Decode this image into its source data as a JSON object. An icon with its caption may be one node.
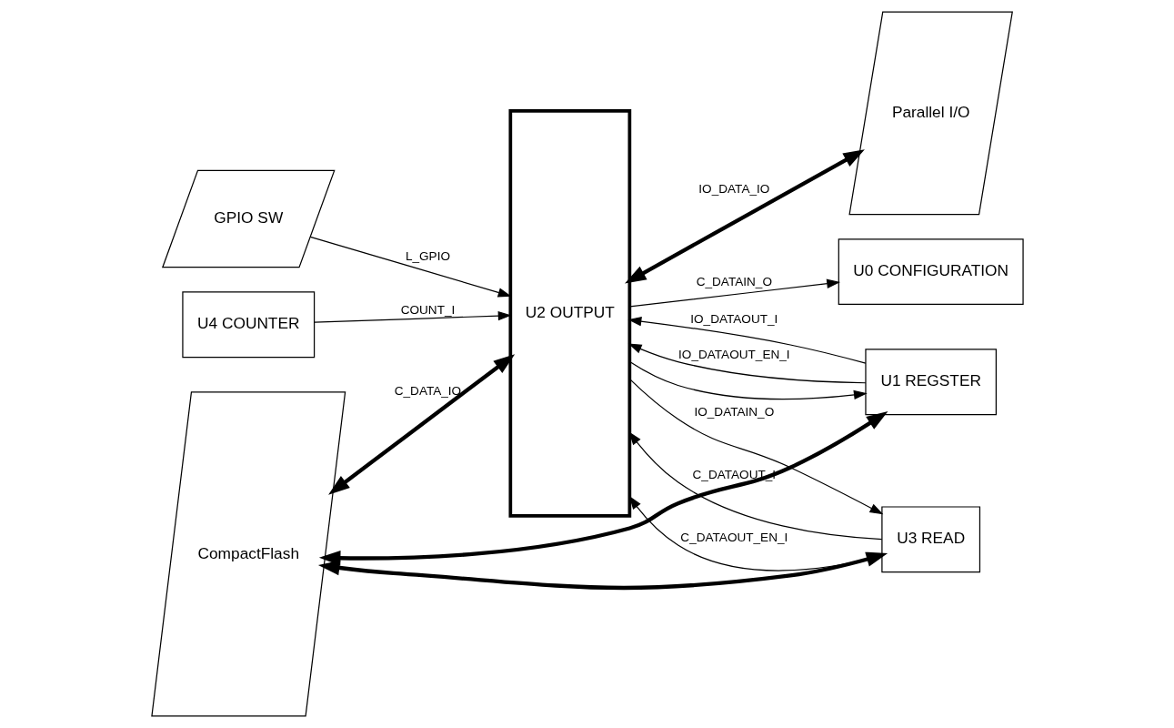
{
  "diagram": {
    "nodes": [
      {
        "text": [
          "CompactFlash"
        ]
      },
      {
        "text": [
          "GPIO SW"
        ]
      },
      {
        "text": [
          "Parallel I/O"
        ]
      },
      {
        "text": [
          "U4 COUNTER"
        ]
      },
      {
        "text": [
          "U2 OUTPUT"
        ]
      },
      {
        "text": [
          "U3 READ"
        ]
      },
      {
        "text": [
          "U1 REGSTER"
        ]
      },
      {
        "text": [
          "U0 CONFIGURATION"
        ]
      }
    ],
    "edges": [
      {
        "from": 1,
        "to": 4,
        "arrow": "to",
        "label": "L_GPIO"
      },
      {
        "from": 3,
        "to": 4,
        "arrow": "to",
        "label": "COUNT_I"
      },
      {
        "from": 0,
        "to": 4,
        "arrow": "both",
        "label": "C_DATA_IO",
        "style": "thick"
      },
      {
        "from": 0,
        "to": 5,
        "arrow": "both",
        "style": "thick"
      },
      {
        "from": 0,
        "to": 6,
        "arrow": "both",
        "style": "thick"
      },
      {
        "from": 5,
        "to": 4,
        "arrow": "to",
        "label": "C_DATAOUT_I"
      },
      {
        "from": 5,
        "to": 4,
        "arrow": "to",
        "label": "C_DATAOUT_EN_I"
      },
      {
        "from": 4,
        "to": 5,
        "arrow": "to",
        "label": "IO_DATAIN_O"
      },
      {
        "from": 6,
        "to": 4,
        "arrow": "to",
        "label": "IO_DATAOUT_I"
      },
      {
        "from": 6,
        "to": 4,
        "arrow": "to",
        "label": "IO_DATAOUT_EN_I"
      },
      {
        "from": 4,
        "to": 2,
        "arrow": "both",
        "label": "IO_DATA_IO",
        "style": "thick"
      },
      {
        "from": 4,
        "to": 7,
        "arrow": "to",
        "label": "C_DATAIN_O"
      },
      {
        "from": 4,
        "to": 6,
        "arrow": "to"
      }
    ]
  }
}
